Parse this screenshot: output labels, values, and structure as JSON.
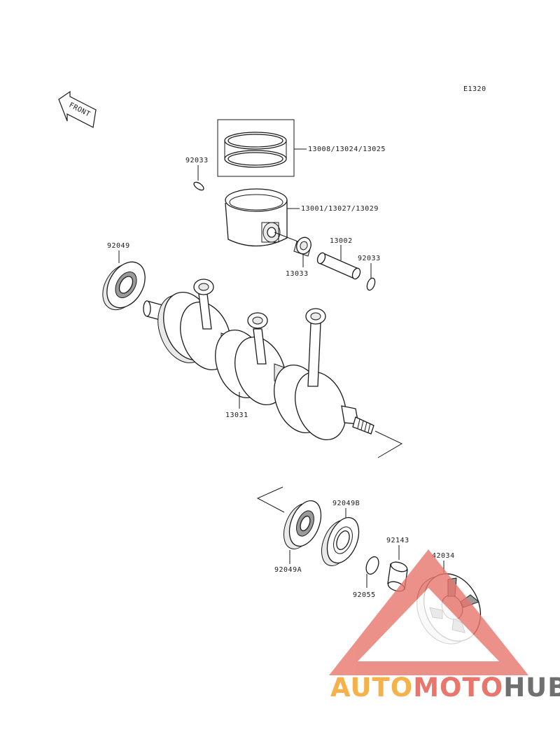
{
  "diagram": {
    "code": "E1320",
    "front_label": "FRONT",
    "parts": {
      "ring_set": "13008/13024/13025",
      "clip_top": "92033",
      "piston": "13001/13027/13029",
      "needle_bearing": "13033",
      "piston_pin": "13002",
      "clip_right": "92033",
      "oil_seal_left": "92049",
      "crankshaft": "13031",
      "oil_seal_a": "92049A",
      "oil_seal_b": "92049B",
      "o_ring": "92055",
      "collar": "92143",
      "coupling": "42034"
    }
  },
  "watermark": {
    "part1": "AUTO",
    "part2": "MOTO",
    "part3": "HUB",
    "color1": "#f5b14a",
    "color2": "#e8766c",
    "color3": "#6f6f6f",
    "triangle_color": "#e8766c"
  }
}
